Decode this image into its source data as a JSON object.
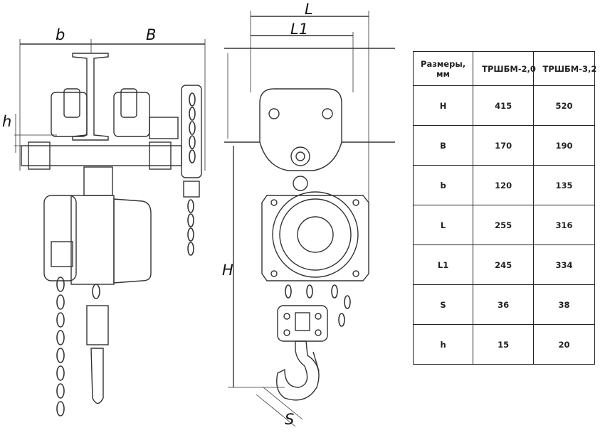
{
  "drawing": {
    "labels": {
      "b": "b",
      "B": "B",
      "h": "h",
      "L": "L",
      "L1": "L1",
      "H": "H",
      "S": "S"
    }
  },
  "table": {
    "headers": [
      "Размеры, мм",
      "ТРШБМ-2,0",
      "ТРШБМ-3,2"
    ],
    "header_lines": [
      [
        "Размеры,",
        "мм"
      ],
      [
        "ТРШБМ-",
        "2,0"
      ],
      [
        "ТРШБМ-",
        "3,2"
      ]
    ],
    "rows": [
      [
        "H",
        "415",
        "520"
      ],
      [
        "B",
        "170",
        "190"
      ],
      [
        "b",
        "120",
        "135"
      ],
      [
        "L",
        "255",
        "316"
      ],
      [
        "L1",
        "245",
        "334"
      ],
      [
        "S",
        "36",
        "38"
      ],
      [
        "h",
        "15",
        "20"
      ]
    ]
  }
}
